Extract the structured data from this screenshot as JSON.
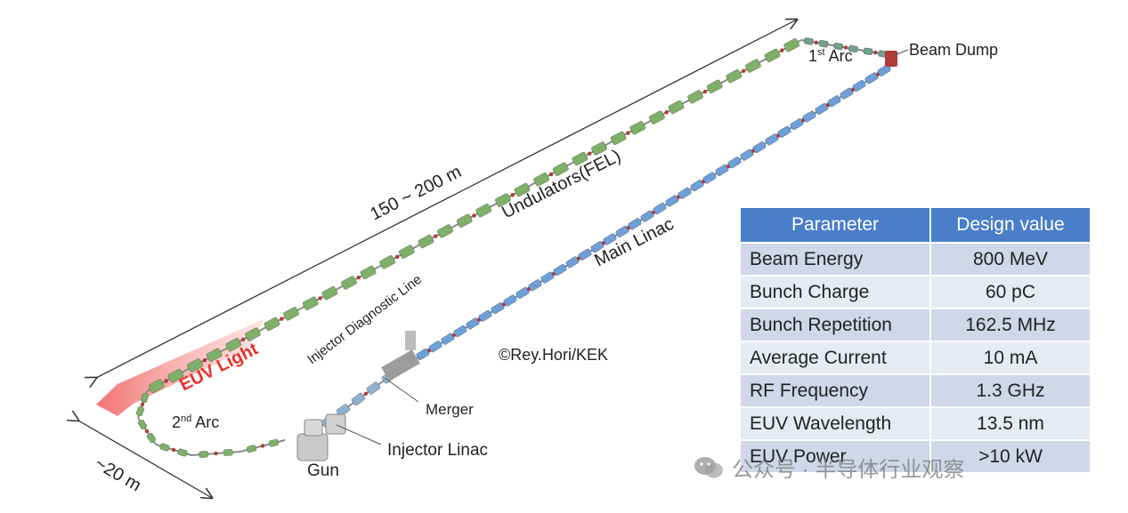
{
  "labels": {
    "beam_dump": "Beam Dump",
    "first_arc": "1",
    "first_arc_sup": "st",
    "first_arc_word": " Arc",
    "undulators": "Undulators(FEL)",
    "length_long": "150 ~ 200 m",
    "main_linac": "Main Linac",
    "injector_diag": "Injector Diagnostic Line",
    "copyright": "©Rey.Hori/KEK",
    "euv_light": "EUV Light",
    "second_arc": "2",
    "second_arc_sup": "nd",
    "second_arc_word": " Arc",
    "merger": "Merger",
    "injector_linac": "Injector Linac",
    "gun": "Gun",
    "length_short": "~20 m"
  },
  "table": {
    "headers": [
      "Parameter",
      "Design value"
    ],
    "rows": [
      {
        "name": "Beam Energy",
        "value": "800 MeV"
      },
      {
        "name": "Bunch Charge",
        "value": "60 pC"
      },
      {
        "name": "Bunch Repetition",
        "value": "162.5 MHz"
      },
      {
        "name": "Average Current",
        "value": "10 mA"
      },
      {
        "name": "RF Frequency",
        "value": "1.3 GHz"
      },
      {
        "name": "EUV Wavelength",
        "value": "13.5 nm"
      },
      {
        "name": "EUV Power",
        "value": ">10 kW"
      }
    ]
  },
  "watermark": {
    "text": "公众号 · 半导体行业观察"
  },
  "colors": {
    "header_blue": "#4a7ec8",
    "row_odd": "#cfd7e8",
    "row_even": "#e6eaf3",
    "euv_red": "#e8332a",
    "undulator_green": "#7fb069",
    "linac_blue": "#6e9fd8",
    "magnet_red": "#b23a3a"
  }
}
